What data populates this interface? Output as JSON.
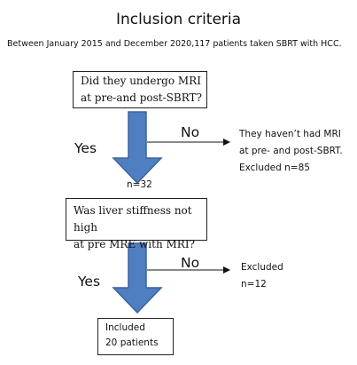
{
  "title": "Inclusion criteria",
  "subtitle": "Between January 2015 and December 2020,117 patients taken SBRT with HCC.",
  "step1": {
    "question_line1": "Did they undergo MRI",
    "question_line2": "at pre-and post-SBRT?",
    "yes_label": "Yes",
    "no_label": "No",
    "excluded_line1": "They haven’t had MRI",
    "excluded_line2": "at pre- and post-SBRT.",
    "excluded_line3": "Excluded n=85",
    "count_after": "n=32"
  },
  "step2": {
    "question_line1": "Was liver stiffness not high",
    "question_line2": "at pre MRE with MRI?",
    "yes_label": "Yes",
    "no_label": "No",
    "excluded_line1": "Excluded",
    "excluded_line2": "n=12"
  },
  "result": {
    "line1": "Included",
    "line2": "20 patients"
  },
  "colors": {
    "arrow_fill": "#4f7fc0",
    "arrow_stroke": "#3a64a0",
    "box_border": "#222222"
  }
}
